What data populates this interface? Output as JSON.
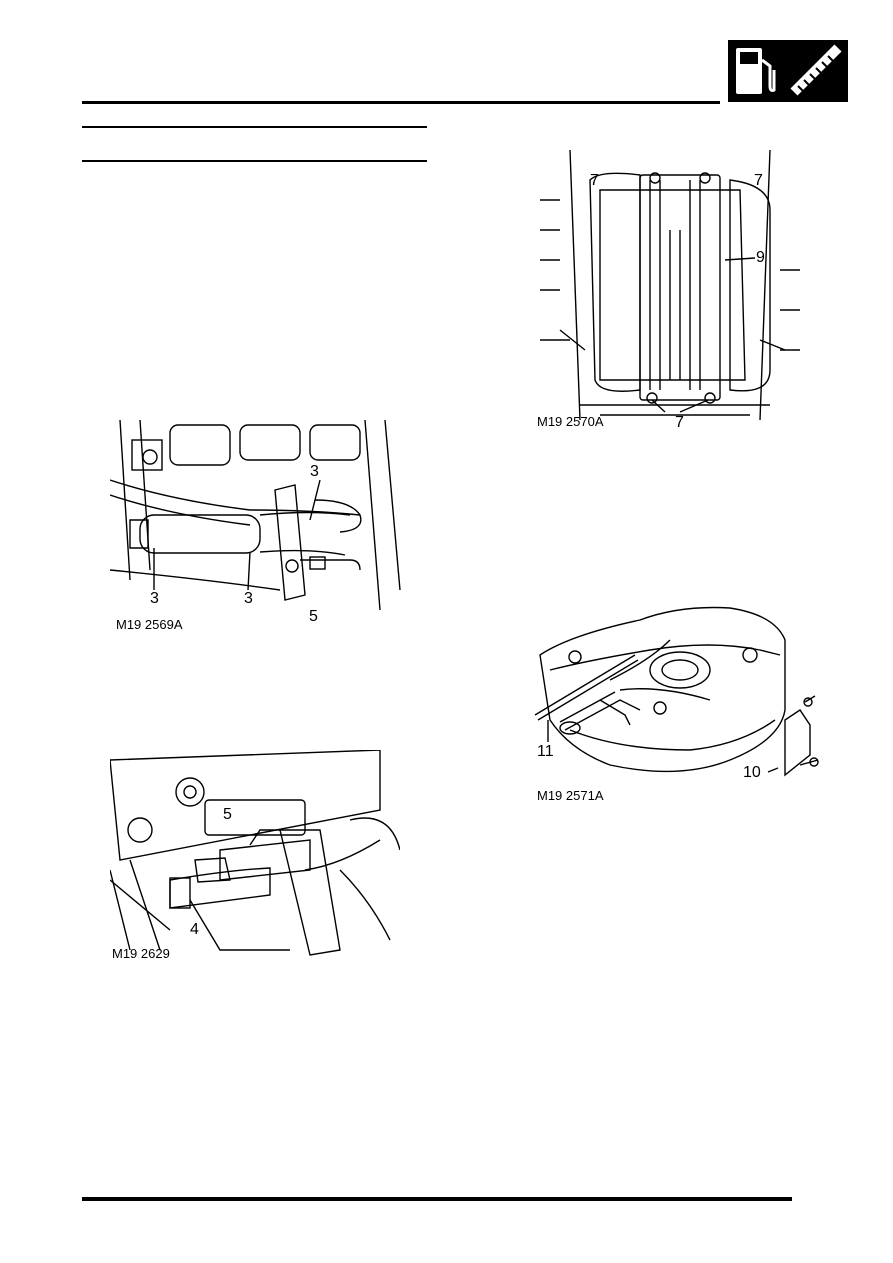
{
  "header": {
    "section_icons": [
      "fuel-pump-icon",
      "exhaust-pipe-icon"
    ]
  },
  "figures": [
    {
      "caption": "M19 2569A",
      "callouts": [
        "3",
        "3",
        "3",
        "5"
      ]
    },
    {
      "caption": "M19 2629",
      "callouts": [
        "5",
        "4"
      ]
    },
    {
      "caption": "M19 2570A",
      "callouts": [
        "7",
        "7",
        "9",
        "7"
      ]
    },
    {
      "caption": "M19 2571A",
      "callouts": [
        "11",
        "10"
      ]
    }
  ]
}
